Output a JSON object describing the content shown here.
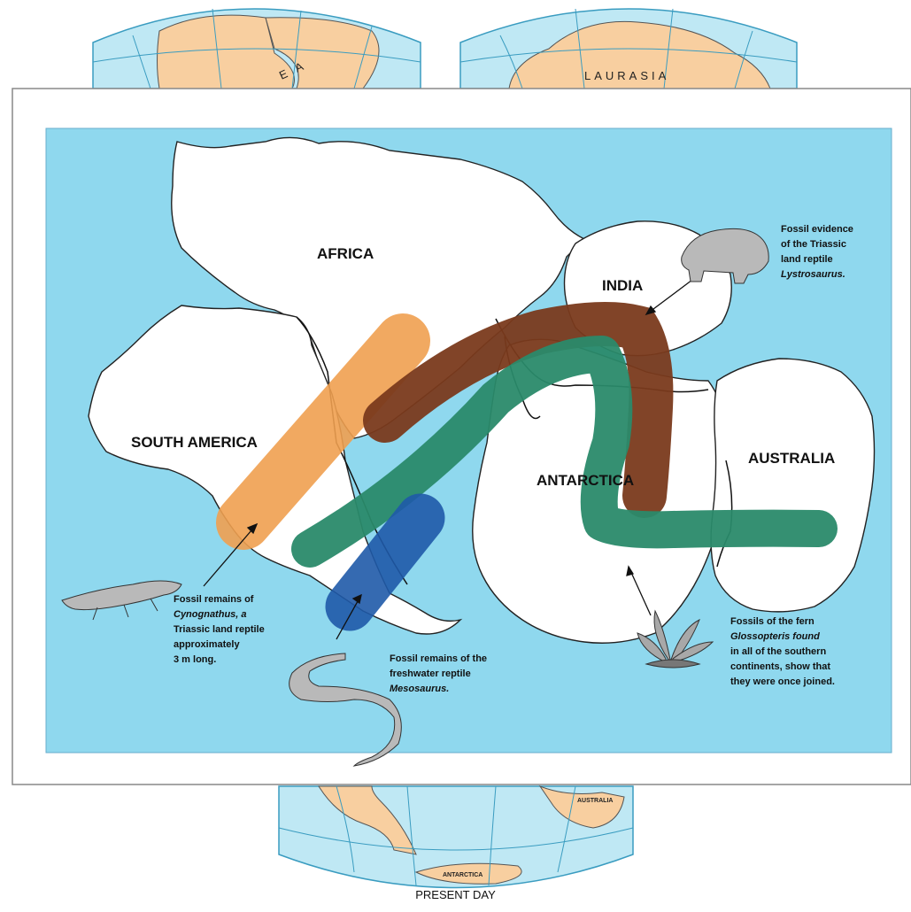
{
  "globes": {
    "top_left_label": "E A",
    "top_right_label": "LAURASIA",
    "bottom_labels": [
      "AUSTRALIA",
      "ANTARCTICA"
    ],
    "caption": "PRESENT DAY"
  },
  "continents": [
    {
      "id": "africa",
      "label": "AFRICA"
    },
    {
      "id": "south-america",
      "label": "SOUTH AMERICA"
    },
    {
      "id": "india",
      "label": "INDIA"
    },
    {
      "id": "antarctica",
      "label": "ANTARCTICA"
    },
    {
      "id": "australia",
      "label": "AUSTRALIA"
    }
  ],
  "fossils": [
    {
      "id": "cynognathus",
      "color": "#f0a050",
      "lines": [
        "Fossil remains of",
        "Cynognathus, a",
        "Triassic land reptile",
        "approximately",
        "3 m long."
      ]
    },
    {
      "id": "mesosaurus",
      "color": "#1f5aa8",
      "lines": [
        "Fossil remains of the",
        "freshwater reptile",
        "Mesosaurus."
      ]
    },
    {
      "id": "lystrosaurus",
      "color": "#7a3a1c",
      "lines": [
        "Fossil evidence",
        "of the Triassic",
        "land reptile",
        "Lystrosaurus."
      ]
    },
    {
      "id": "glossopteris",
      "color": "#2a8a6a",
      "lines": [
        "Fossils of the fern",
        "Glossopteris found",
        "in all of the southern",
        "continents, show that",
        "they were once joined."
      ]
    }
  ],
  "colors": {
    "ocean": "#8fd8ee",
    "land": "#ffffff",
    "globe_land": "#f8cfa0",
    "globe_ocean": "#bfe8f4"
  }
}
